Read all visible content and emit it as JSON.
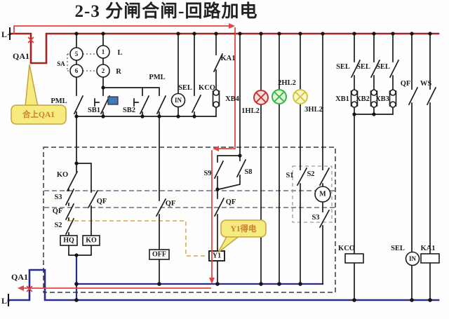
{
  "title": "2-3  分闸合闸-回路加电",
  "colors": {
    "bus_positive": "#a32222",
    "bus_negative": "#2b2b8a",
    "wire": "#1c1c1c",
    "highlight_path": "#e04646",
    "callout_fill": "#f6eb7e",
    "callout_border": "#c9a13b",
    "callout_text": "#cf7c33",
    "lamp_red": "#c53030",
    "lamp_green": "#35b53a",
    "lamp_yellow": "#d0c63a",
    "marker_blue": "#4a77b3"
  },
  "rails": {
    "positive": "L+",
    "negative": "L-",
    "breaker_top": "QA1",
    "breaker_bottom": "QA1"
  },
  "callouts": {
    "close_qa1": "合上QA1",
    "y1_energized": "Y1得电"
  },
  "sa_switch": {
    "label": "SA",
    "t5": "5",
    "t1": "1",
    "t6": "6",
    "t2": "2",
    "left_pos": "L",
    "right_pos": "R"
  },
  "row": {
    "pml_left": "PML",
    "sb1": "SB1",
    "sb2": "SB2",
    "pml_right": "PML",
    "sel": "SEL",
    "in": "IN",
    "kco": "KCO",
    "ka1": "KA1",
    "xb4": "XB4"
  },
  "lamps": {
    "l1": "1HL2",
    "l2": "2HL2",
    "l3": "3HL2"
  },
  "left_branch": {
    "ko_contact": "KO",
    "s3": "S3",
    "qf": "QF",
    "s2": "S2",
    "qf_parallel": "QF",
    "hq_coil": "HQ",
    "ko_coil": "KO"
  },
  "mid_branch": {
    "qf": "QF",
    "off_coil": "OFF"
  },
  "y1_branch": {
    "s9": "S9",
    "s8": "S8",
    "qf": "QF",
    "y1_coil": "Y1"
  },
  "motor_branch": {
    "s1": "S1",
    "s2": "S2",
    "motor": "M",
    "s3": "S3"
  },
  "right": {
    "sel1": "SEL",
    "sel2": "SEL",
    "sel3": "SEL",
    "xb1": "XB1",
    "xb2": "XB2",
    "xb3": "XB3",
    "qf": "QF",
    "ws": "WS",
    "kco_coil": "KCO",
    "sel_in": "SEL",
    "in": "IN",
    "ka1_coil": "KA1"
  }
}
